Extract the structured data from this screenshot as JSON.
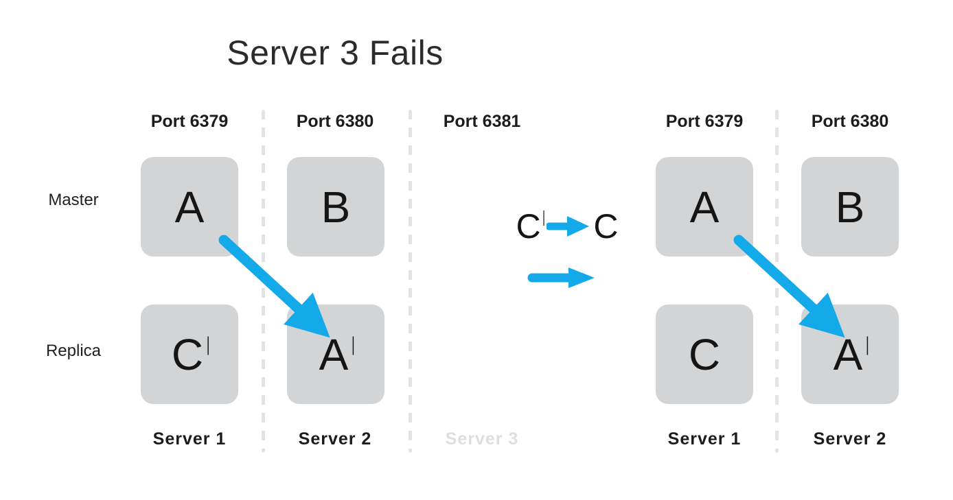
{
  "title": "Server 3 Fails",
  "row_labels": {
    "master": "Master",
    "replica": "Replica"
  },
  "accent_color": "#14a9e8",
  "box_color": "#d2d4d5",
  "dim_color": "#dedede",
  "left_cluster": {
    "columns": [
      {
        "port": "Port 6379",
        "server": "Server 1",
        "server_failed": false,
        "master": {
          "letter": "A",
          "prime": ""
        },
        "replica": {
          "letter": "C",
          "prime": "|"
        }
      },
      {
        "port": "Port 6380",
        "server": "Server 2",
        "server_failed": false,
        "master": {
          "letter": "B",
          "prime": ""
        },
        "replica": {
          "letter": "A",
          "prime": "|"
        }
      },
      {
        "port": "Port 6381",
        "server": "Server 3",
        "server_failed": true,
        "master": null,
        "replica": null
      }
    ]
  },
  "center": {
    "from_letter": "C",
    "from_prime": "|",
    "to_letter": "C",
    "to_prime": "",
    "arrow_icon": "right-arrow-icon",
    "transition_arrow_icon": "right-arrow-icon"
  },
  "right_cluster": {
    "columns": [
      {
        "port": "Port 6379",
        "server": "Server 1",
        "server_failed": false,
        "master": {
          "letter": "A",
          "prime": ""
        },
        "replica": {
          "letter": "C",
          "prime": ""
        }
      },
      {
        "port": "Port 6380",
        "server": "Server 2",
        "server_failed": false,
        "master": {
          "letter": "B",
          "prime": ""
        },
        "replica": {
          "letter": "A",
          "prime": "|"
        }
      }
    ]
  },
  "replication_arrows": [
    {
      "name": "left-replication-arrow",
      "from": "A on Server 1",
      "to": "A-prime on Server 2"
    },
    {
      "name": "right-replication-arrow",
      "from": "A on Server 1",
      "to": "A-prime on Server 2"
    }
  ]
}
